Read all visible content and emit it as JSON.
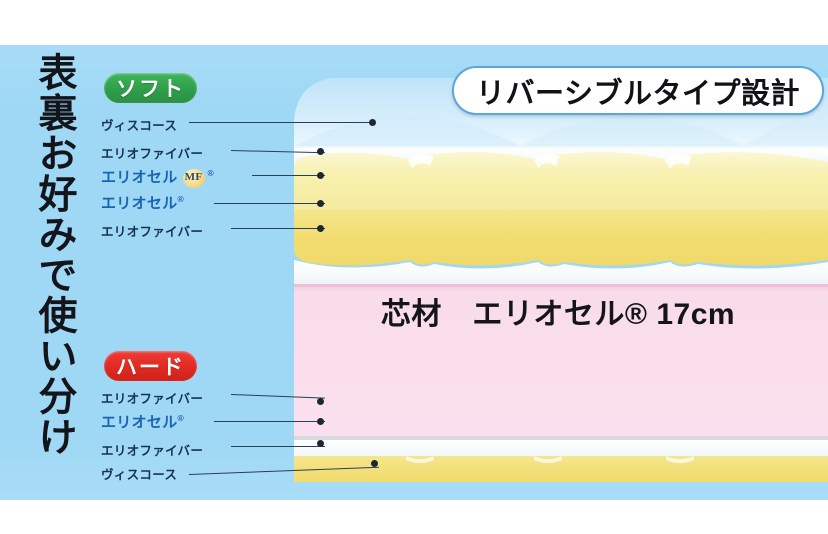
{
  "headline": {
    "vertical_text": "表裏お好みで使い分け"
  },
  "badges": {
    "soft": "ソフト",
    "hard": "ハード",
    "reversible": "リバーシブルタイプ設計"
  },
  "core": {
    "text": "芯材　エリオセル® 17cm",
    "material": "エリオセル",
    "thickness": "17cm",
    "color": "#f8d9e8"
  },
  "soft_side": {
    "layers": [
      {
        "label": "ヴィスコース",
        "style": "plain"
      },
      {
        "label": "エリオファイバー",
        "style": "plain"
      },
      {
        "label": "エリオセル",
        "style": "blue",
        "chip": "MF",
        "reg": "®"
      },
      {
        "label": "エリオセル",
        "style": "blue",
        "reg": "®"
      },
      {
        "label": "エリオファイバー",
        "style": "plain"
      }
    ]
  },
  "hard_side": {
    "layers": [
      {
        "label": "エリオファイバー",
        "style": "plain"
      },
      {
        "label": "エリオセル",
        "style": "blue",
        "reg": "®"
      },
      {
        "label": "エリオファイバー",
        "style": "plain"
      },
      {
        "label": "ヴィスコース",
        "style": "plain"
      }
    ]
  },
  "colors": {
    "panel_blue": "#9ed8f5",
    "soft_badge_green": "#2f9e4a",
    "hard_badge_red": "#e02a22",
    "core_pink": "#f8d9e8",
    "foam_yellow_light": "#f6efa9",
    "foam_yellow_deep": "#f2dd72",
    "label_navy": "#16324e",
    "label_blue": "#1b63b5"
  }
}
